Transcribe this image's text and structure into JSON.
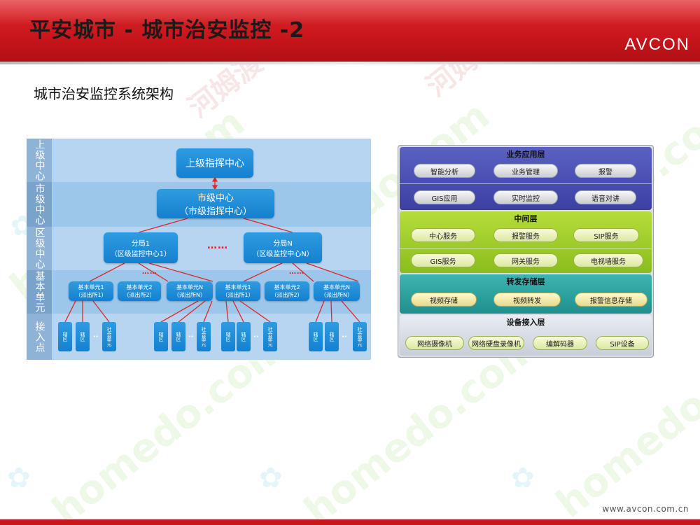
{
  "header": {
    "title": "平安城市 - 城市治安监控 -2",
    "logo": "AVCON"
  },
  "subtitle": "城市治安监控系统架构",
  "left_diagram": {
    "levels": [
      "上级中心",
      "市级中心",
      "区级中心",
      "基本单元",
      "接入点"
    ],
    "top_node": "上级指挥中心",
    "city_node": {
      "line1": "市级中心",
      "line2": "（市级指挥中心）"
    },
    "districts": [
      {
        "line1": "分局1",
        "line2": "（区级监控中心1）"
      },
      {
        "line1": "分局N",
        "line2": "（区级监控中心N）"
      }
    ],
    "district_dots": "……",
    "units": [
      {
        "line1": "基本单元1",
        "line2": "（派出所1）"
      },
      {
        "line1": "基本单元2",
        "line2": "（派出所2）"
      },
      {
        "line1": "基本单元N",
        "line2": "（派出所N）"
      },
      {
        "line1": "基本单元1",
        "line2": "（派出所1）"
      },
      {
        "line1": "基本单元2",
        "line2": "（派出所2）"
      },
      {
        "line1": "基本单元N",
        "line2": "（派出所N）"
      }
    ],
    "unit_dots": "……",
    "access_point_label": "辖区",
    "social_unit_label": "社会单元",
    "access_dots": "··"
  },
  "right_diagram": {
    "layers": [
      {
        "title": "业务应用层",
        "rows": [
          [
            "智能分析",
            "业务管理",
            "报警"
          ],
          [
            "GIS应用",
            "实时监控",
            "语音对讲"
          ]
        ]
      },
      {
        "title": "中间层",
        "rows": [
          [
            "中心服务",
            "报警服务",
            "SIP服务"
          ],
          [
            "GIS服务",
            "网关服务",
            "电视墙服务"
          ]
        ]
      },
      {
        "title": "转发存储层",
        "rows": [
          [
            "视频存储",
            "视频转发",
            "报警信息存储"
          ]
        ]
      },
      {
        "title": "设备接入层",
        "rows": [
          [
            "网络摄像机",
            "网络硬盘录像机",
            "编解码器",
            "SIP设备"
          ]
        ]
      }
    ]
  },
  "footer": {
    "url": "www.avcon.com.cn"
  },
  "watermark": {
    "text": "homedo.com",
    "text_cn": "河姆渡"
  },
  "colors": {
    "brand_red": "#c8161c",
    "node_blue": "#1580cf"
  }
}
